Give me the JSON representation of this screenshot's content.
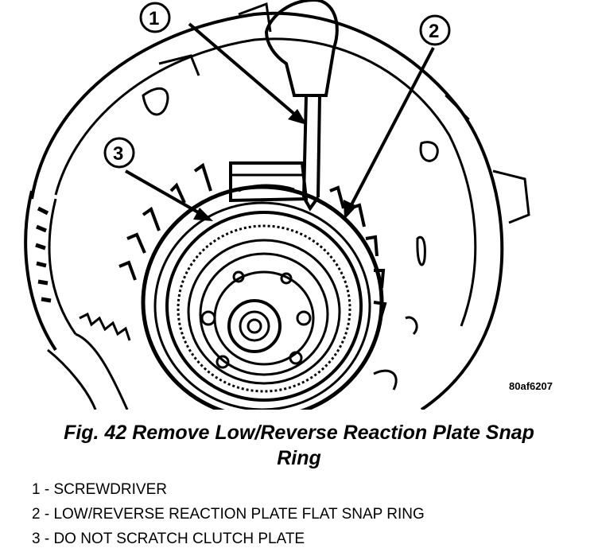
{
  "figure": {
    "id_code": "80af6207",
    "callouts": [
      "1",
      "2",
      "3"
    ]
  },
  "caption": {
    "line1": "Fig. 42 Remove Low/Reverse Reaction Plate Snap",
    "line2": "Ring"
  },
  "legend": [
    "1 - SCREWDRIVER",
    "2 - LOW/REVERSE REACTION PLATE FLAT SNAP RING",
    "3 - DO NOT SCRATCH CLUTCH PLATE"
  ]
}
